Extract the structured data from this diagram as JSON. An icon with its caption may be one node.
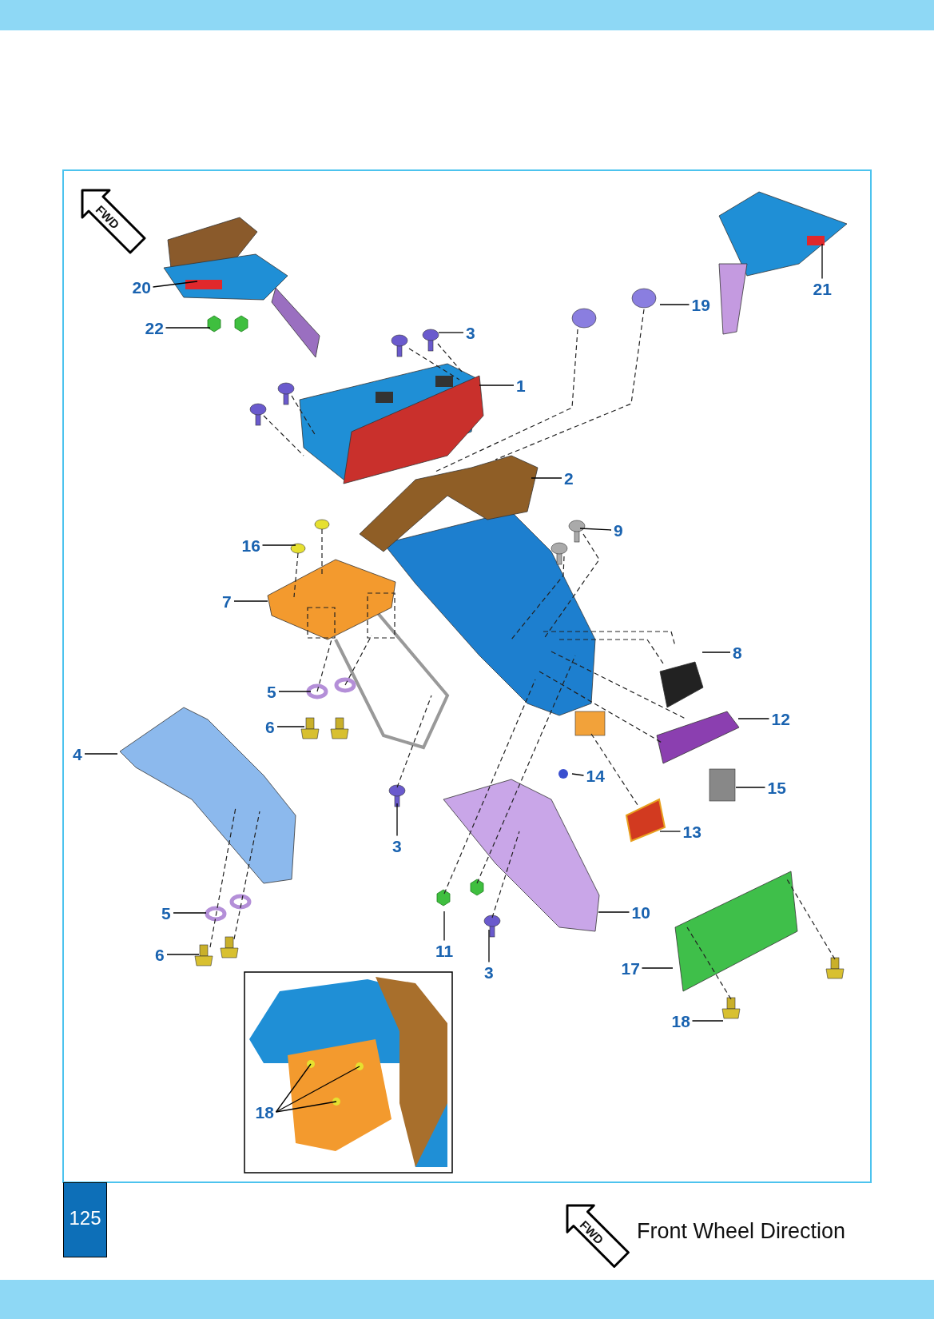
{
  "diagram": {
    "nodes": [
      {
        "text": [
          "20"
        ]
      },
      {
        "text": [
          "22"
        ]
      },
      {
        "text": [
          "3"
        ]
      },
      {
        "text": [
          "19"
        ]
      },
      {
        "text": [
          "21"
        ]
      },
      {
        "text": [
          "1"
        ]
      },
      {
        "text": [
          "2"
        ]
      },
      {
        "text": [
          "9"
        ]
      },
      {
        "text": [
          "16"
        ]
      },
      {
        "text": [
          "7"
        ]
      },
      {
        "text": [
          "8"
        ]
      },
      {
        "text": [
          "5"
        ]
      },
      {
        "text": [
          "12"
        ]
      },
      {
        "text": [
          "6"
        ]
      },
      {
        "text": [
          "4"
        ]
      },
      {
        "text": [
          "14"
        ]
      },
      {
        "text": [
          "15"
        ]
      },
      {
        "text": [
          "3"
        ]
      },
      {
        "text": [
          "13"
        ]
      },
      {
        "text": [
          "5"
        ]
      },
      {
        "text": [
          "10"
        ]
      },
      {
        "text": [
          "6"
        ]
      },
      {
        "text": [
          "11"
        ]
      },
      {
        "text": [
          "3"
        ]
      },
      {
        "text": [
          "17"
        ]
      },
      {
        "text": [
          "18"
        ]
      },
      {
        "text": [
          "18"
        ]
      }
    ],
    "edges": [
      {
        "from": 0,
        "to": null,
        "arrow": "none"
      },
      {
        "from": 1,
        "to": null,
        "arrow": "none"
      },
      {
        "from": 2,
        "to": null,
        "arrow": "none"
      },
      {
        "from": 3,
        "to": null,
        "arrow": "none"
      },
      {
        "from": 4,
        "to": null,
        "arrow": "none"
      },
      {
        "from": 5,
        "to": null,
        "arrow": "none"
      },
      {
        "from": 6,
        "to": null,
        "arrow": "none"
      },
      {
        "from": 7,
        "to": null,
        "arrow": "none"
      },
      {
        "from": 8,
        "to": null,
        "arrow": "none"
      },
      {
        "from": 9,
        "to": null,
        "arrow": "none"
      },
      {
        "from": 10,
        "to": null,
        "arrow": "none"
      },
      {
        "from": 11,
        "to": null,
        "arrow": "none"
      },
      {
        "from": 12,
        "to": null,
        "arrow": "none"
      },
      {
        "from": 13,
        "to": null,
        "arrow": "none"
      },
      {
        "from": 14,
        "to": null,
        "arrow": "none"
      },
      {
        "from": 15,
        "to": null,
        "arrow": "none"
      },
      {
        "from": 16,
        "to": null,
        "arrow": "none"
      },
      {
        "from": 17,
        "to": null,
        "arrow": "none"
      },
      {
        "from": 18,
        "to": null,
        "arrow": "none"
      },
      {
        "from": 19,
        "to": null,
        "arrow": "none"
      },
      {
        "from": 20,
        "to": null,
        "arrow": "none"
      },
      {
        "from": 21,
        "to": null,
        "arrow": "none"
      },
      {
        "from": 22,
        "to": null,
        "arrow": "none"
      },
      {
        "from": 23,
        "to": null,
        "arrow": "none"
      },
      {
        "from": 24,
        "to": null,
        "arrow": "none"
      },
      {
        "from": 25,
        "to": null,
        "arrow": "none"
      },
      {
        "from": 26,
        "to": null,
        "arrow": "none"
      },
      {
        "from": 26,
        "to": null,
        "arrow": "none"
      },
      {
        "from": 26,
        "to": null,
        "arrow": "none"
      }
    ],
    "labels": [
      "FWD",
      "125",
      "FWD",
      "Front Wheel Direction"
    ]
  }
}
